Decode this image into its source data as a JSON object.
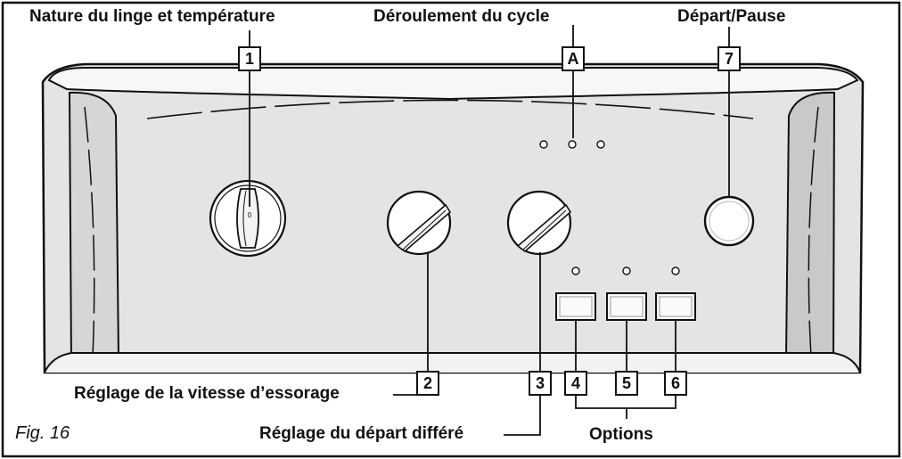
{
  "labels": {
    "top_left": "Nature du linge et température",
    "top_center": "Déroulement du cycle",
    "top_right": "Départ/Pause",
    "bottom_spin": "Réglage de la vitesse d’essorage",
    "bottom_delay": "Réglage du départ différé",
    "options": "Options"
  },
  "figure": {
    "caption": "Fig. 16"
  },
  "callouts": [
    "1",
    "A",
    "7",
    "2",
    "3",
    "4",
    "5",
    "6"
  ],
  "dial_mark": "0",
  "colors": {
    "panel": "#e4e4e4",
    "line": "#111111",
    "rim": "#f7f7f7",
    "shadow": "#c9c9c9"
  }
}
